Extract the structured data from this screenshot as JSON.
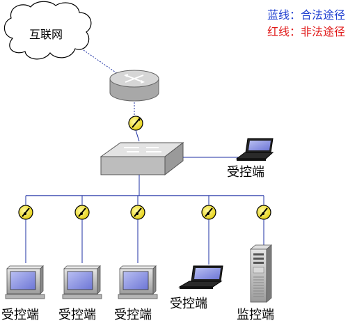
{
  "legend": {
    "blue": {
      "text": "蓝线：合法途径",
      "color": "#1f3fd0"
    },
    "red": {
      "text": "红线：非法途径",
      "color": "#e01818"
    }
  },
  "cloud": {
    "label": "互联网"
  },
  "nodes": {
    "laptop_right": "受控端",
    "client_1": "受控端",
    "client_2": "受控端",
    "client_3": "受控端",
    "laptop_bottom": "受控端",
    "server": "监控端"
  },
  "colors": {
    "link": "#1c2fa3",
    "device_body": "#c8c8c8",
    "firewall": "#f3e536",
    "screen": "#8b93e6"
  }
}
